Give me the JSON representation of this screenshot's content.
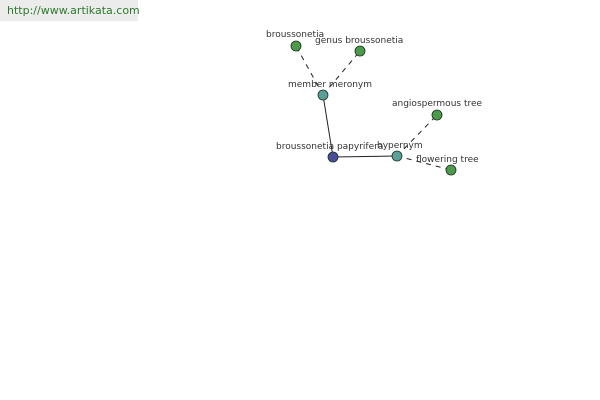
{
  "header": {
    "url": "http://www.artikata.com"
  },
  "colors": {
    "leaf_node": "#4c9a4c",
    "relation_node": "#5a9f9a",
    "root_node": "#4a4f9a",
    "edge": "#222222",
    "url_text": "#2d7a2d"
  },
  "graph": {
    "nodes": {
      "root": {
        "label": "broussonetia papyrifera",
        "type": "root"
      },
      "member_meronym": {
        "label": "member meronym",
        "type": "relation"
      },
      "hypernym": {
        "label": "hypernym",
        "type": "relation"
      },
      "broussonetia": {
        "label": "broussonetia",
        "type": "leaf"
      },
      "genus_broussonetia": {
        "label": "genus broussonetia",
        "type": "leaf"
      },
      "angiospermous_tree": {
        "label": "angiospermous tree",
        "type": "leaf"
      },
      "flowering_tree": {
        "label": "flowering tree",
        "type": "leaf"
      }
    },
    "edges": [
      {
        "from": "root",
        "to": "member_meronym",
        "style": "solid"
      },
      {
        "from": "root",
        "to": "hypernym",
        "style": "solid"
      },
      {
        "from": "member_meronym",
        "to": "broussonetia",
        "style": "dashed"
      },
      {
        "from": "member_meronym",
        "to": "genus_broussonetia",
        "style": "dashed"
      },
      {
        "from": "hypernym",
        "to": "angiospermous_tree",
        "style": "dashed"
      },
      {
        "from": "hypernym",
        "to": "flowering_tree",
        "style": "dashed"
      }
    ]
  }
}
